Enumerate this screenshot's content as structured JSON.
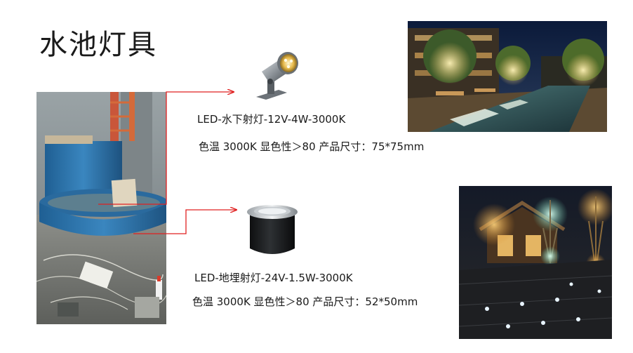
{
  "page": {
    "title": "水池灯具"
  },
  "products": [
    {
      "name": "LED-水下射灯-12V-4W-3000K",
      "spec": "色温 3000K   显色性＞80  产品尺寸：75*75mm"
    },
    {
      "name": "LED-地埋射灯-24V-1.5W-3000K",
      "spec": "色温 3000K   显色性＞80  产品尺寸：52*50mm"
    }
  ],
  "colors": {
    "connector": "#e02020",
    "text": "#1a1a1a"
  }
}
